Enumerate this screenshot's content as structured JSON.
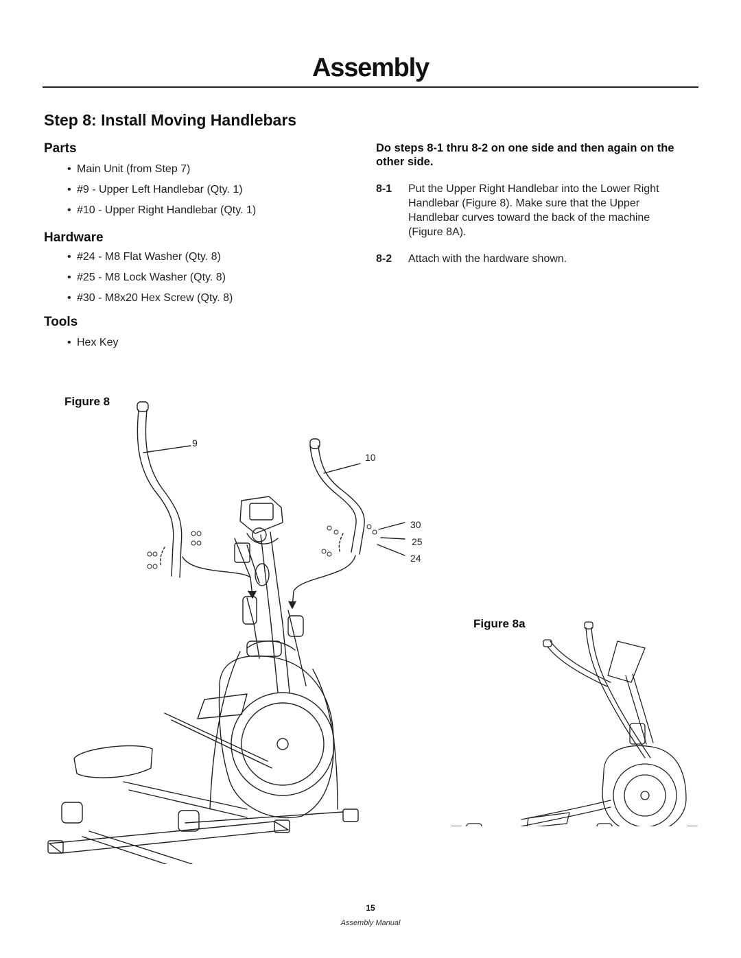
{
  "header": {
    "title": "Assembly"
  },
  "step": {
    "heading": "Step 8:  Install Moving Handlebars"
  },
  "parts": {
    "heading": "Parts",
    "items": [
      "Main Unit (from Step 7)",
      "#9 - Upper Left Handlebar (Qty. 1)",
      "#10 - Upper Right Handlebar (Qty. 1)"
    ]
  },
  "hardware": {
    "heading": "Hardware",
    "items": [
      "#24 - M8 Flat Washer (Qty. 8)",
      "#25 - M8 Lock Washer (Qty. 8)",
      "#30 - M8x20 Hex Screw (Qty. 8)"
    ]
  },
  "tools": {
    "heading": "Tools",
    "items": [
      "Hex Key"
    ]
  },
  "instructions": {
    "heading": "Do steps 8-1 thru 8-2 on one side and then again on the other side.",
    "steps": [
      {
        "num": "8-1",
        "text": "Put the Upper Right Handlebar into the Lower Right Handlebar (Figure 8).  Make sure that the Upper Handlebar curves toward the back of the machine (Figure 8A)."
      },
      {
        "num": "8-2",
        "text": "Attach with the hardware shown."
      }
    ]
  },
  "figures": {
    "figure8_label": "Figure 8",
    "figure8a_label": "Figure 8a",
    "callouts": [
      "9",
      "10",
      "30",
      "25",
      "24"
    ]
  },
  "footer": {
    "page_number": "15",
    "manual_name": "Assembly Manual"
  }
}
